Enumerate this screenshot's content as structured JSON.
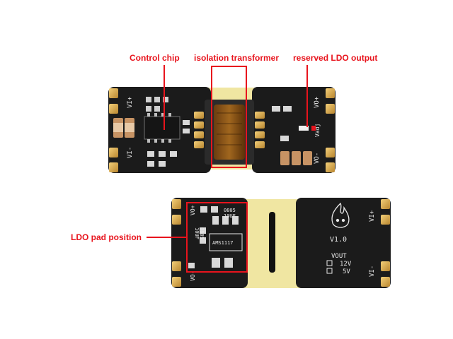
{
  "labels": {
    "control_chip": "Control chip",
    "isolation_transformer": "isolation transformer",
    "reserved_ldo_output": "reserved LDO output",
    "ldo_pad_position": "LDO pad position"
  },
  "top_board": {
    "vi_plus": "VI+",
    "vi_minus": "VI-",
    "vo_plus": "VO+",
    "vo_minus": "VO-",
    "vadj": "Vadj"
  },
  "bottom_board": {
    "vo_plus": "VO+",
    "vo_minus": "VO-",
    "vi_plus": "VI+",
    "vi_minus": "VI-",
    "pkg_0805": "0805",
    "cap_10uf": "10UF",
    "cap_10uf_rot": "10UF",
    "pkg_0805_rot": "0805",
    "ldo_chip": "AMS1117",
    "version": "V1.0",
    "vout_title": "VOUT",
    "vout_12v": "12V",
    "vout_5v": "5V"
  },
  "colors": {
    "annotation": "#e8141d",
    "pcb": "#1b1b1b",
    "pcb_yellow": "#f0e6a2",
    "gold_pad": "#d9a441"
  }
}
